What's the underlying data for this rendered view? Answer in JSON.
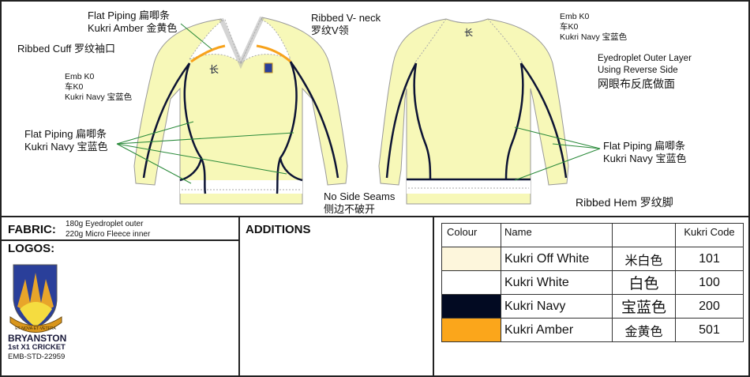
{
  "labels": {
    "amber_piping": [
      "Flat Piping 扁唧条",
      "Kukri Amber 金黄色"
    ],
    "neck": [
      "Ribbed V- neck",
      "罗纹V领"
    ],
    "cuff": "Ribbed Cuff 罗纹袖口",
    "emb_front": [
      "Emb K0",
      "车K0",
      "Kukri Navy 宝蓝色"
    ],
    "navy_piping_front": [
      "Flat Piping 扁唧条",
      "Kukri Navy 宝蓝色"
    ],
    "side_seams": [
      "No Side Seams",
      "侧边不破开"
    ],
    "emb_back": [
      "Emb K0",
      "车K0",
      "Kukri Navy 宝蓝色"
    ],
    "eyedroplet": [
      "Eyedroplet Outer Layer",
      "Using Reverse Side",
      "网眼布反底做面"
    ],
    "navy_piping_back": [
      "Flat Piping 扁唧条",
      "Kukri Navy 宝蓝色"
    ],
    "hem": "Ribbed Hem 罗纹脚"
  },
  "fabric": {
    "label": "FABRIC:",
    "lines": [
      "180g Eyedroplet outer",
      "220g Micro Fleece inner"
    ]
  },
  "additions": {
    "label": "ADDITIONS"
  },
  "logos": {
    "label": "LOGOS:",
    "motto": "ET·NOVA·ET·VETERA",
    "name": "BRYANSTON",
    "team": "1st X1 CRICKET",
    "code": "EMB-STD-22959"
  },
  "colour_table": {
    "headers": [
      "Colour",
      "Name",
      "",
      "Kukri Code"
    ],
    "rows": [
      {
        "swatch": "#fdf6dc",
        "name": "Kukri Off White",
        "cn": "米白色",
        "code": "101"
      },
      {
        "swatch": "#ffffff",
        "name": "Kukri White",
        "cn": "白色",
        "code": "100"
      },
      {
        "swatch": "#020a22",
        "name": "Kukri Navy",
        "cn": "宝蓝色",
        "code": "200"
      },
      {
        "swatch": "#fba61b",
        "name": "Kukri Amber",
        "cn": "金黄色",
        "code": "501"
      }
    ]
  },
  "colors": {
    "garment": "#f7f8b8",
    "navy": "#0d1434",
    "amber": "#f7a21b",
    "leader": "#2a8a3a"
  }
}
